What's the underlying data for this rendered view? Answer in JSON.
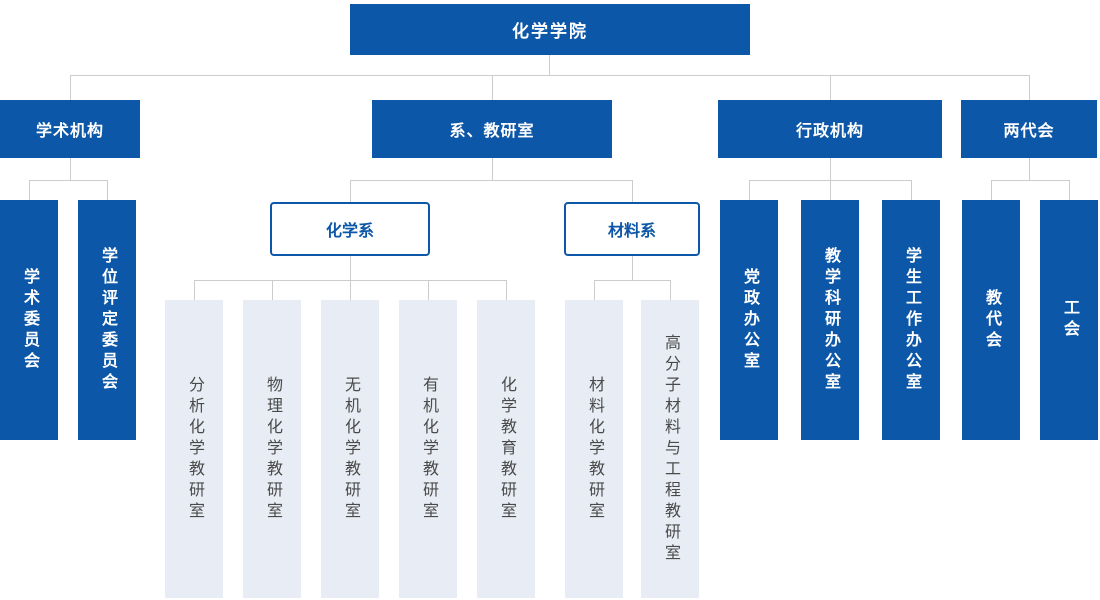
{
  "colors": {
    "primary": "#0D57A8",
    "light_box": "#E8EDF5",
    "line": "#CCCCCC",
    "text_dark": "#4A4A4A"
  },
  "root": "化学学院",
  "branches": {
    "academic": {
      "label": "学术机构",
      "children": [
        "学术委员会",
        "学位评定委员会"
      ]
    },
    "departments": {
      "label": "系、教研室",
      "children": {
        "chemistry": {
          "label": "化学系",
          "offices": [
            "分析化学教研室",
            "物理化学教研室",
            "无机化学教研室",
            "有机化学教研室",
            "化学教育教研室"
          ]
        },
        "materials": {
          "label": "材料系",
          "offices": [
            "材料化学教研室",
            "高分子材料与工程教研室"
          ]
        }
      }
    },
    "admin": {
      "label": "行政机构",
      "children": [
        "党政办公室",
        "教学科研办公室",
        "学生工作办公室"
      ]
    },
    "congress": {
      "label": "两代会",
      "children": [
        "教代会",
        "工会"
      ]
    }
  }
}
